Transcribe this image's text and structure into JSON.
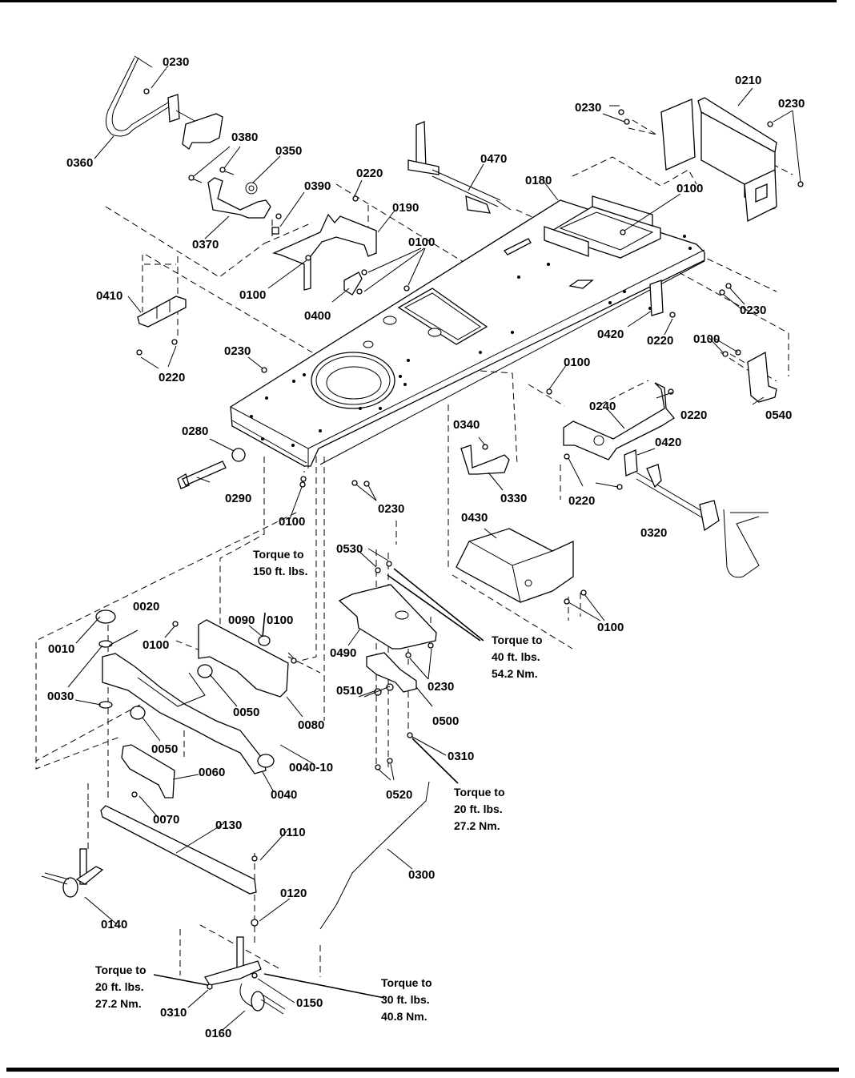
{
  "diagram": {
    "type": "exploded-parts-diagram",
    "subject": "Tractor chassis / frame assembly",
    "callouts": [
      {
        "id": "c0230a",
        "label": "0230"
      },
      {
        "id": "c0360",
        "label": "0360"
      },
      {
        "id": "c0380",
        "label": "0380"
      },
      {
        "id": "c0350",
        "label": "0350"
      },
      {
        "id": "c0370",
        "label": "0370"
      },
      {
        "id": "c0390",
        "label": "0390"
      },
      {
        "id": "c0220a",
        "label": "0220"
      },
      {
        "id": "c0190",
        "label": "0190"
      },
      {
        "id": "c0100a",
        "label": "0100"
      },
      {
        "id": "c0100b",
        "label": "0100"
      },
      {
        "id": "c0400",
        "label": "0400"
      },
      {
        "id": "c0470",
        "label": "0470"
      },
      {
        "id": "c0180",
        "label": "0180"
      },
      {
        "id": "c0100c",
        "label": "0100"
      },
      {
        "id": "c0210",
        "label": "0210"
      },
      {
        "id": "c0230b",
        "label": "0230"
      },
      {
        "id": "c0230c",
        "label": "0230"
      },
      {
        "id": "c0230d",
        "label": "0230"
      },
      {
        "id": "c0410",
        "label": "0410"
      },
      {
        "id": "c0220b",
        "label": "0220"
      },
      {
        "id": "c0230e",
        "label": "0230"
      },
      {
        "id": "c0420a",
        "label": "0420"
      },
      {
        "id": "c0220c",
        "label": "0220"
      },
      {
        "id": "c0100d",
        "label": "0100"
      },
      {
        "id": "c0540",
        "label": "0540"
      },
      {
        "id": "c0100e",
        "label": "0100"
      },
      {
        "id": "c0240",
        "label": "0240"
      },
      {
        "id": "c0220d",
        "label": "0220"
      },
      {
        "id": "c0420b",
        "label": "0420"
      },
      {
        "id": "c0280",
        "label": "0280"
      },
      {
        "id": "c0290",
        "label": "0290"
      },
      {
        "id": "c0100f",
        "label": "0100"
      },
      {
        "id": "c0230f",
        "label": "0230"
      },
      {
        "id": "c0340",
        "label": "0340"
      },
      {
        "id": "c0330",
        "label": "0330"
      },
      {
        "id": "c0220e",
        "label": "0220"
      },
      {
        "id": "c0320",
        "label": "0320"
      },
      {
        "id": "c0430",
        "label": "0430"
      },
      {
        "id": "c0100g",
        "label": "0100"
      },
      {
        "id": "c0530",
        "label": "0530"
      },
      {
        "id": "c0490",
        "label": "0490"
      },
      {
        "id": "c0230g",
        "label": "0230"
      },
      {
        "id": "c0500",
        "label": "0500"
      },
      {
        "id": "c0510",
        "label": "0510"
      },
      {
        "id": "c0310a",
        "label": "0310"
      },
      {
        "id": "c0520",
        "label": "0520"
      },
      {
        "id": "c0090",
        "label": "0090"
      },
      {
        "id": "c0100h",
        "label": "0100"
      },
      {
        "id": "c0010",
        "label": "0010"
      },
      {
        "id": "c0020",
        "label": "0020"
      },
      {
        "id": "c0100i",
        "label": "0100"
      },
      {
        "id": "c0030",
        "label": "0030"
      },
      {
        "id": "c0050a",
        "label": "0050"
      },
      {
        "id": "c0050b",
        "label": "0050"
      },
      {
        "id": "c0080",
        "label": "0080"
      },
      {
        "id": "c0040-10",
        "label": "0040-10"
      },
      {
        "id": "c0060",
        "label": "0060"
      },
      {
        "id": "c0040",
        "label": "0040"
      },
      {
        "id": "c0070",
        "label": "0070"
      },
      {
        "id": "c0130",
        "label": "0130"
      },
      {
        "id": "c0110",
        "label": "0110"
      },
      {
        "id": "c0300",
        "label": "0300"
      },
      {
        "id": "c0140",
        "label": "0140"
      },
      {
        "id": "c0120",
        "label": "0120"
      },
      {
        "id": "c0310b",
        "label": "0310"
      },
      {
        "id": "c0150",
        "label": "0150"
      },
      {
        "id": "c0160",
        "label": "0160"
      }
    ],
    "torque_notes": {
      "t150": [
        "Torque to",
        "150 ft. lbs."
      ],
      "t40": [
        "Torque to",
        "40 ft. lbs.",
        "54.2 Nm."
      ],
      "t20a": [
        "Torque to",
        "20 ft. lbs.",
        "27.2 Nm."
      ],
      "t20b": [
        "Torque to",
        "20 ft. lbs.",
        "27.2 Nm."
      ],
      "t30": [
        "Torque to",
        "30 ft. lbs.",
        "40.8 Nm."
      ]
    }
  }
}
